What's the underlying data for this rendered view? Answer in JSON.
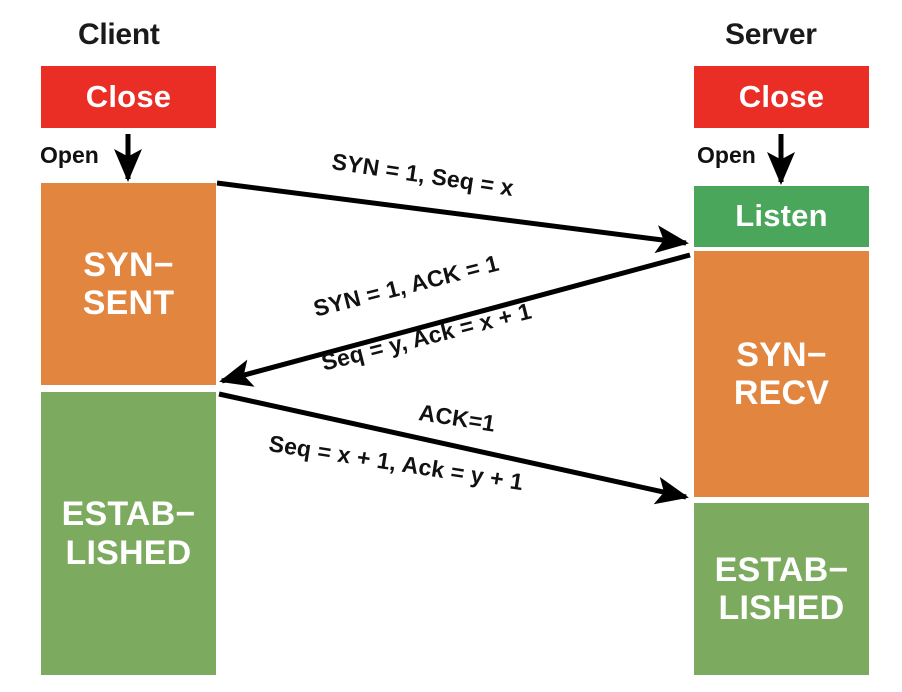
{
  "diagram": {
    "title_client": "Client",
    "title_server": "Server",
    "colors": {
      "closed": "#ea2d25",
      "listen": "#4aa65a",
      "syn": "#e2853f",
      "established": "#7cab5f",
      "arrow": "#000000",
      "text_on_box": "#ffffff",
      "background": "#ffffff"
    }
  },
  "client": {
    "states": [
      {
        "name": "close",
        "label": "Close",
        "line1": "Close",
        "line2": ""
      },
      {
        "name": "syn-sent",
        "label": "SYN−SENT",
        "line1": "SYN−",
        "line2": "SENT"
      },
      {
        "name": "established",
        "label": "ESTAB−LISHED",
        "line1": "ESTAB−",
        "line2": "LISHED"
      }
    ],
    "transition_label": "Open"
  },
  "server": {
    "states": [
      {
        "name": "close",
        "label": "Close",
        "line1": "Close",
        "line2": ""
      },
      {
        "name": "listen",
        "label": "Listen",
        "line1": "Listen",
        "line2": ""
      },
      {
        "name": "syn-recv",
        "label": "SYN−RECV",
        "line1": "SYN−",
        "line2": "RECV"
      },
      {
        "name": "established",
        "label": "ESTAB−LISHED",
        "line1": "ESTAB−",
        "line2": "LISHED"
      }
    ],
    "transition_label": "Open"
  },
  "messages": [
    {
      "id": "syn",
      "direction": "client-to-server",
      "line1": "SYN = 1,  Seq = x",
      "line2": ""
    },
    {
      "id": "syn-ack",
      "direction": "server-to-client",
      "line1": "SYN = 1,  ACK = 1",
      "line2": "Seq = y,  Ack = x + 1"
    },
    {
      "id": "ack",
      "direction": "client-to-server",
      "line1": "ACK=1",
      "line2": "Seq = x + 1,  Ack = y + 1"
    }
  ]
}
